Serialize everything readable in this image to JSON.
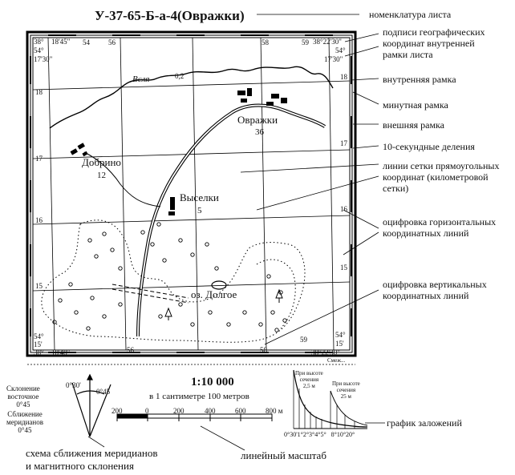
{
  "sheet": {
    "nomenclature": "У-37-65-Б-а-4(Овражки)",
    "scale": "1:10 000",
    "scale_text": "в 1 сантиметре 100 метров",
    "smaller_text": "Смеж..."
  },
  "coords": {
    "tl_lat": "38°",
    "tl_lon": "18'45\"",
    "tl_lat2": "54°",
    "tl_min": "17'30\"",
    "tr_lon": "38°22'30\"",
    "tr_lat": "54°",
    "tr_min": "17'30\"",
    "bl_lat": "54°",
    "bl_min": "15'",
    "bl_lon": "38°",
    "bl_lon2": "18'48\"",
    "br_lat": "54°",
    "br_min": "15'",
    "br_lon": "38°22'30\""
  },
  "grid": {
    "top_x": [
      "54",
      "56",
      "58",
      "59"
    ],
    "bottom_x": [
      "56",
      "58",
      "59"
    ],
    "left_y": [
      "18",
      "17",
      "16",
      "15"
    ],
    "right_y": [
      "18",
      "17",
      "16",
      "15"
    ]
  },
  "places": {
    "ovrazhki": "Овражки",
    "ovrazhki_num": "36",
    "dobrino": "Добрино",
    "dobrino_num": "12",
    "vyselki": "Выселки",
    "vyselki_num": "5",
    "lake": "оз. Долгое",
    "river": "Вcля",
    "river_val": "0,2"
  },
  "callouts": [
    {
      "id": "nomenclature",
      "text": "номенклатура листа"
    },
    {
      "id": "signatures",
      "text": "подписи географических\nкоординат внутренней\nрамки листа"
    },
    {
      "id": "inner",
      "text": "внутренняя рамка"
    },
    {
      "id": "minute",
      "text": "минутная рамка"
    },
    {
      "id": "outer",
      "text": "внешняя рамка"
    },
    {
      "id": "ten-sec",
      "text": "10-секундные деления"
    },
    {
      "id": "grid-lines",
      "text": "линии сетки прямоугольных\nкоординат (километровой\nсетки)"
    },
    {
      "id": "horiz-digits",
      "text": "оцифровка горизонтальных\nкоординатных линий"
    },
    {
      "id": "vert-digits",
      "text": "оцифровка вертикальных\nкоординатных линий"
    },
    {
      "id": "slope-graph",
      "text": "график заложений"
    },
    {
      "id": "linear-scale",
      "text": "линейный масштаб"
    },
    {
      "id": "scheme",
      "text": "схема сближения меридианов\nи магнитного склонения"
    }
  ],
  "declination": {
    "decl_label": "Склонение\nвосточное\n0°45",
    "conv_label": "Сближение\nмеридианов\n0°45",
    "angle1": "0°30'",
    "angle2": "0°45"
  },
  "linear_scale": {
    "ticks": [
      "200",
      "0",
      "200",
      "400",
      "600",
      "800 м"
    ]
  },
  "slope_chart": {
    "label_left": "При высоте\nсечения\n2,5 м",
    "label_right": "При высоте\nсечения\n25 м",
    "axis": "0°30'1°2°3°4°5°   8°10°20°"
  }
}
